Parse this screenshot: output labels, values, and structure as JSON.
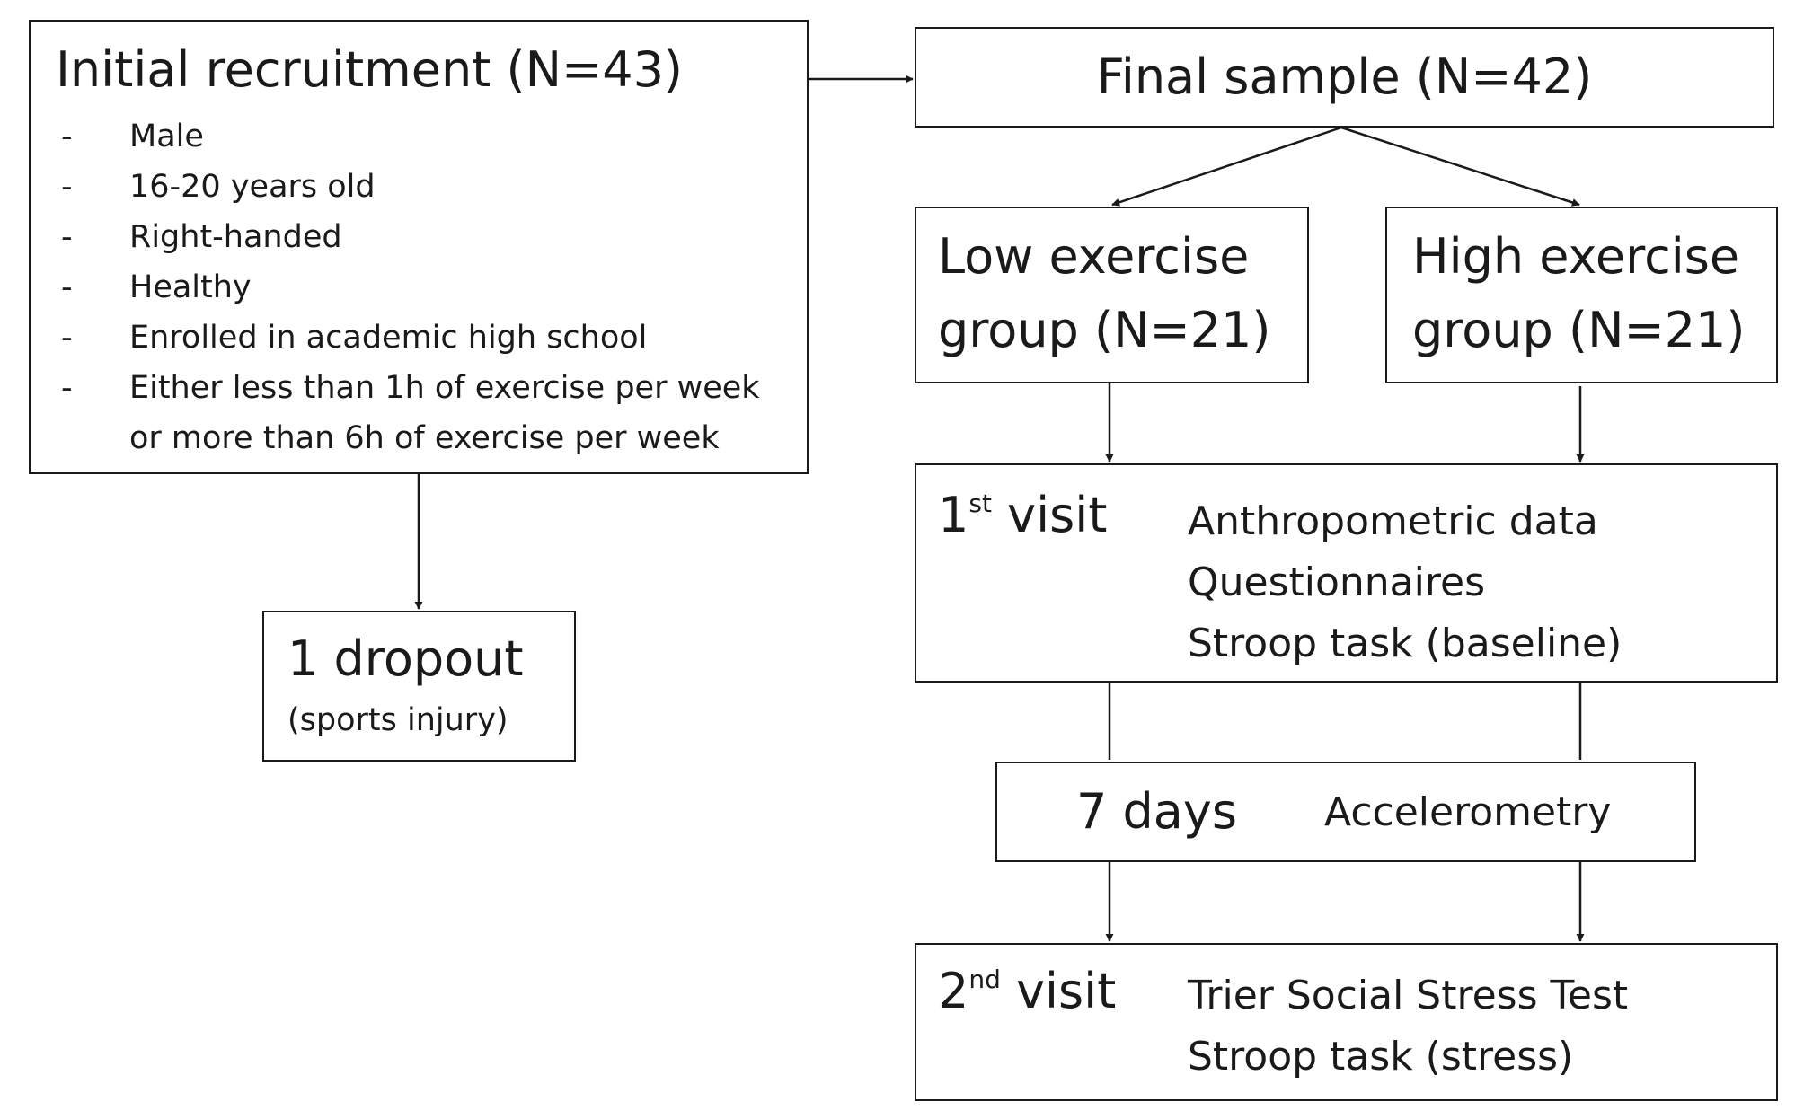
{
  "initial": {
    "title": "Initial recruitment (N=43)",
    "bullet": "-",
    "criteria": [
      "Male",
      "16-20 years old",
      "Right-handed",
      "Healthy",
      "Enrolled in academic high school",
      "Either less than 1h of exercise per week",
      "or more than 6h of exercise per week"
    ]
  },
  "final_sample": {
    "label": "Final sample (N=42)"
  },
  "dropout": {
    "title": "1 dropout",
    "reason": "(sports injury)"
  },
  "low_group": {
    "line1": "Low exercise",
    "line2": "group (N=21)"
  },
  "high_group": {
    "line1": "High exercise",
    "line2": "group (N=21)"
  },
  "visit1": {
    "num": "1",
    "sup": "st",
    "word": "visit",
    "items": [
      "Anthropometric data",
      "Questionnaires",
      "Stroop task (baseline)"
    ]
  },
  "days": {
    "label": "7 days",
    "activity": "Accelerometry"
  },
  "visit2": {
    "num": "2",
    "sup": "nd",
    "word": "visit",
    "items": [
      "Trier Social Stress Test",
      "Stroop task (stress)"
    ]
  },
  "colors": {
    "stroke": "#1a1a1a",
    "background": "#ffffff"
  }
}
